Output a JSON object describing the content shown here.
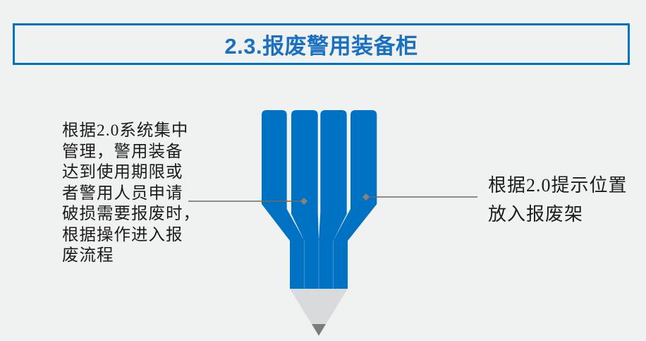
{
  "title": {
    "text": "2.3.报废警用装备柜"
  },
  "left_note": {
    "lines": [
      "根据2.0系统集中",
      "管理，警用装备",
      "达到使用期限或",
      "者警用人员申请",
      "破损需要报废时，",
      "根据操作进入报",
      "废流程"
    ]
  },
  "right_note": {
    "lines": [
      "根据2.0提示位置",
      "放入报废架"
    ]
  },
  "colors": {
    "background": "#f0f1f1",
    "accent-blue": "#0072c3",
    "title-blue": "#1a71c1",
    "divider-blue": "#3f8ed0",
    "pencil-wood": "#d9dadb",
    "pencil-lead": "#7b7b7d",
    "connector-gray": "#6e6a65",
    "diamond-gray": "#8a837c",
    "text-black": "#1c1c1c"
  }
}
